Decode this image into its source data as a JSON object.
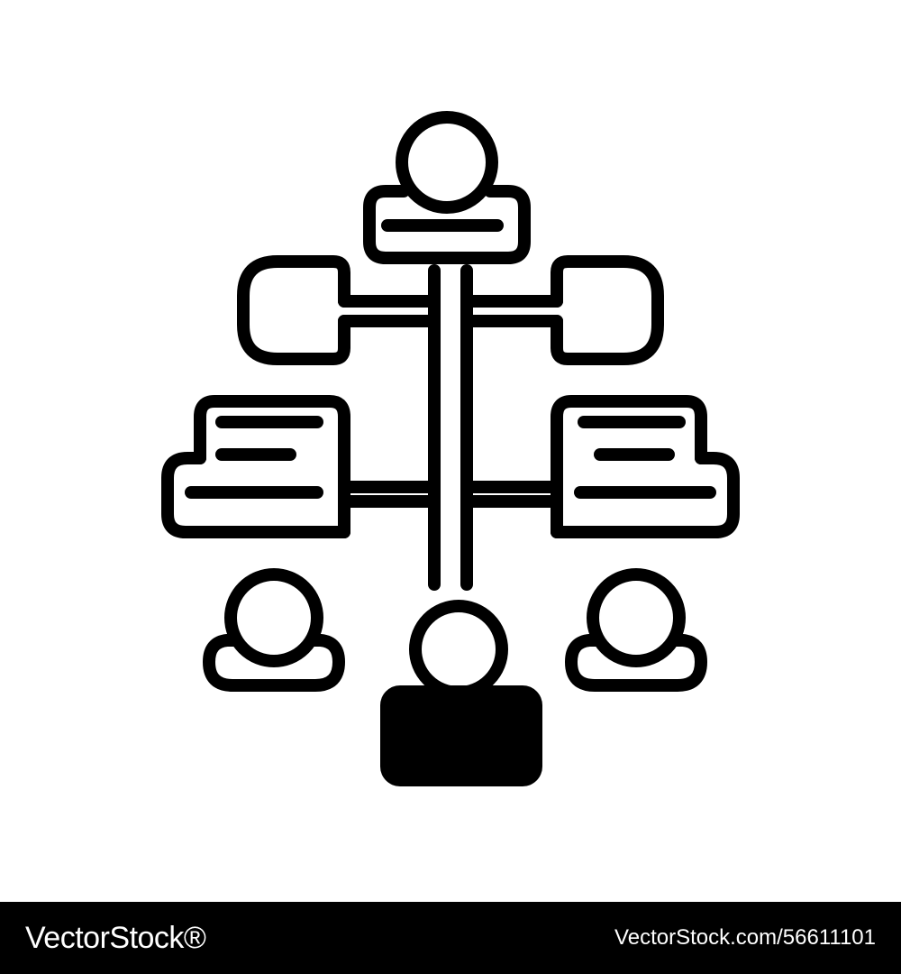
{
  "brand": {
    "name": "VectorStock",
    "registered_mark": "®",
    "image_reference": "VectorStock.com/56611101"
  },
  "icon": {
    "name": "organization-hierarchy-icon",
    "nodes": [
      "top-person-icon",
      "left-connector-box",
      "right-connector-box",
      "left-document-box",
      "right-document-box",
      "left-person-icon",
      "right-person-icon",
      "bottom-root-person-icon"
    ]
  },
  "colors": {
    "background": "#ffffff",
    "stroke": "#000000",
    "footer": "#000000",
    "footer_text": "#ffffff"
  }
}
